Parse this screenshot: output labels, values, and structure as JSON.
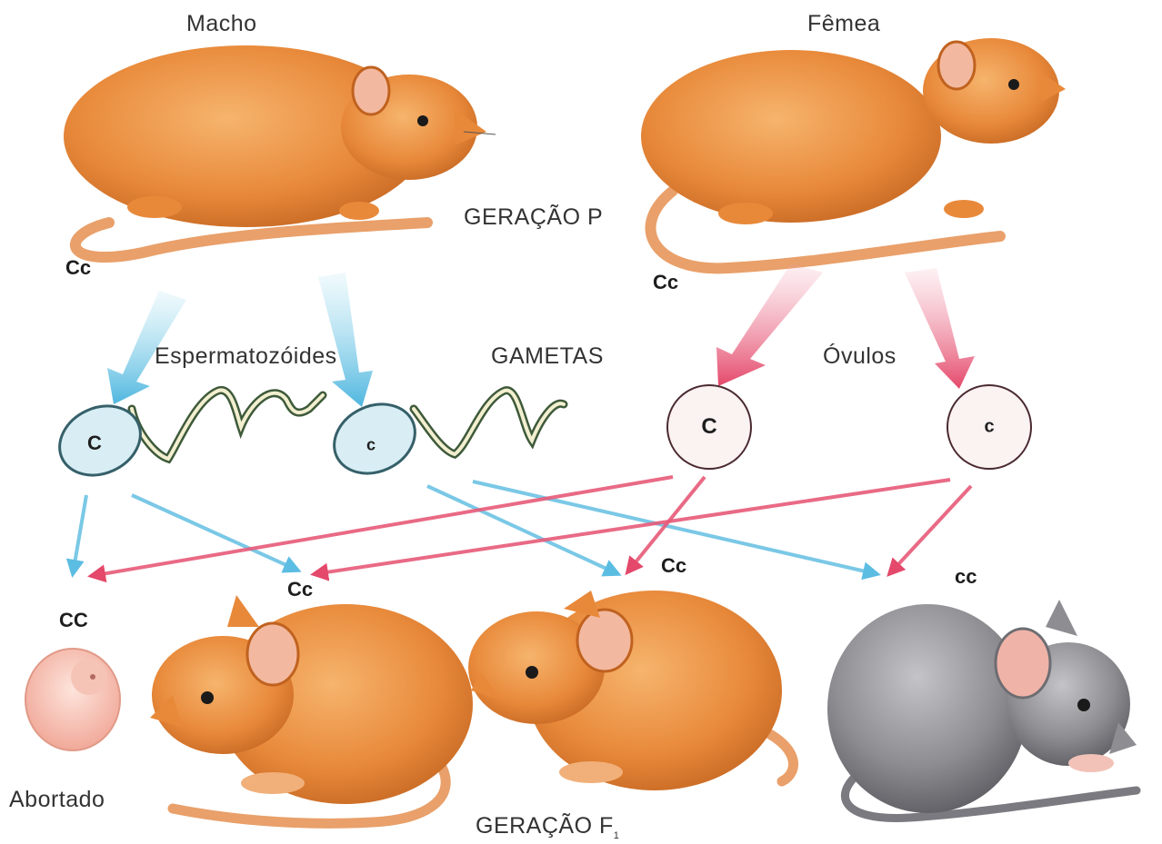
{
  "labels": {
    "male": "Macho",
    "female": "Fêmea",
    "p_generation": "GERAÇÃO P",
    "sperm": "Espermatozóides",
    "gametes": "GAMETAS",
    "eggs": "Óvulos",
    "aborted": "Abortado",
    "f1_generation": "GERAÇÃO F",
    "f1_subscript": "1"
  },
  "genotypes": {
    "male": "Cc",
    "female": "Cc",
    "offspring_1": "CC",
    "offspring_2": "Cc",
    "offspring_3": "Cc",
    "offspring_4": "cc"
  },
  "gametes": {
    "sperm_1": "C",
    "sperm_2": "c",
    "egg_1": "C",
    "egg_2": "c"
  },
  "colors": {
    "rat_orange": "#e8893a",
    "rat_dark": "#b85a1c",
    "mouse_grey": "#8d8d92",
    "sperm_blue": "#7fd0ea",
    "egg_pink": "#ea5a78",
    "egg_fill": "#fbf2f2",
    "sperm_fill": "#d8eef4"
  }
}
